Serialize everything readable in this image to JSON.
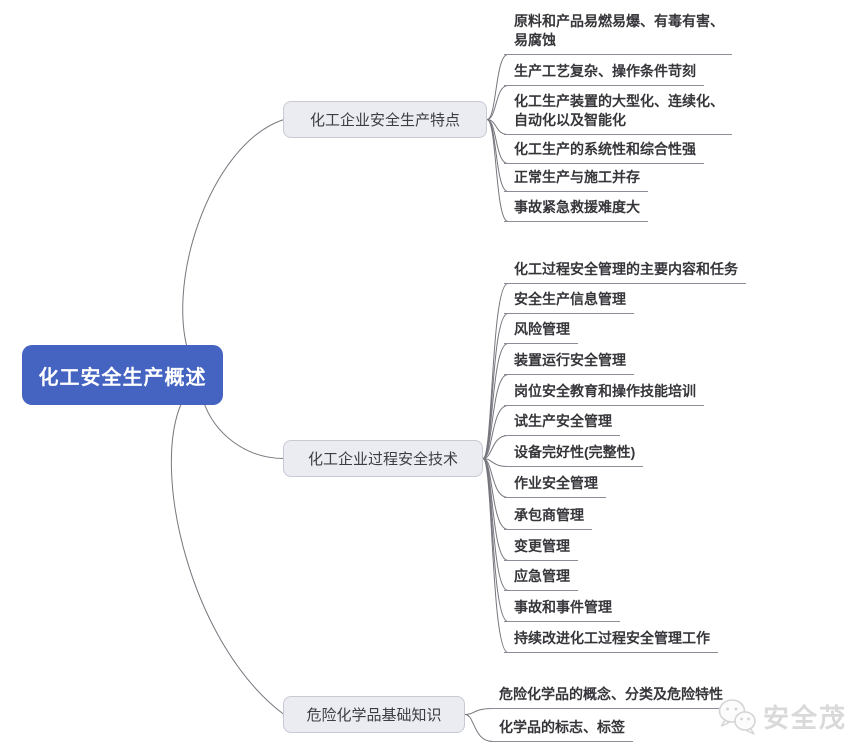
{
  "root": {
    "label": "化工安全生产概述"
  },
  "branches": [
    {
      "label": "化工企业安全生产特点",
      "children": [
        "原料和产品易燃易爆、有毒有害、\n易腐蚀",
        "生产工艺复杂、操作条件苛刻",
        "化工生产装置的大型化、连续化、\n自动化以及智能化",
        "化工生产的系统性和综合性强",
        "正常生产与施工并存",
        "事故紧急救援难度大"
      ]
    },
    {
      "label": "化工企业过程安全技术",
      "children": [
        "化工过程安全管理的主要内容和任务",
        "安全生产信息管理",
        "风险管理",
        "装置运行安全管理",
        "岗位安全教育和操作技能培训",
        "试生产安全管理",
        "设备完好性(完整性)",
        "作业安全管理",
        "承包商管理",
        "变更管理",
        "应急管理",
        "事故和事件管理",
        "持续改进化工过程安全管理工作"
      ]
    },
    {
      "label": "危险化学品基础知识",
      "children": [
        "危险化学品的概念、分类及危险特性",
        "化学品的标志、标签"
      ]
    }
  ],
  "watermark": {
    "label": "安全茂",
    "icon": "wechat-icon"
  },
  "colors": {
    "root_bg": "#4564c2",
    "root_text": "#ffffff",
    "branch_bg": "#ebebf2",
    "branch_border": "#c9c9d4",
    "node_text": "#3d3d44",
    "leaf_text": "#35353a",
    "underline": "#8c8c96",
    "line": "#76767e",
    "watermark_text": "#d9d9d9"
  }
}
